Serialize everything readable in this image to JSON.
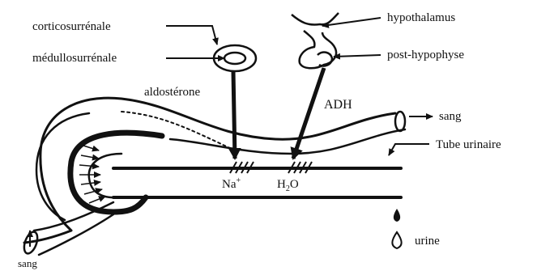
{
  "labels": {
    "corticosurrenale": "corticosurrénale",
    "medullosurrenale": "médullosurrénale",
    "aldosterone": "aldostérone",
    "hypothalamus": "hypothalamus",
    "post_hypophyse": "post-hypophyse",
    "adh": "ADH",
    "sang_top": "sang",
    "tube_urinaire": "Tube urinaire",
    "na": "Na",
    "na_sup": "+",
    "h2o_h": "H",
    "h2o_sub": "2",
    "h2o_o": "O",
    "urine": "urine",
    "sang_bottom": "sang"
  }
}
